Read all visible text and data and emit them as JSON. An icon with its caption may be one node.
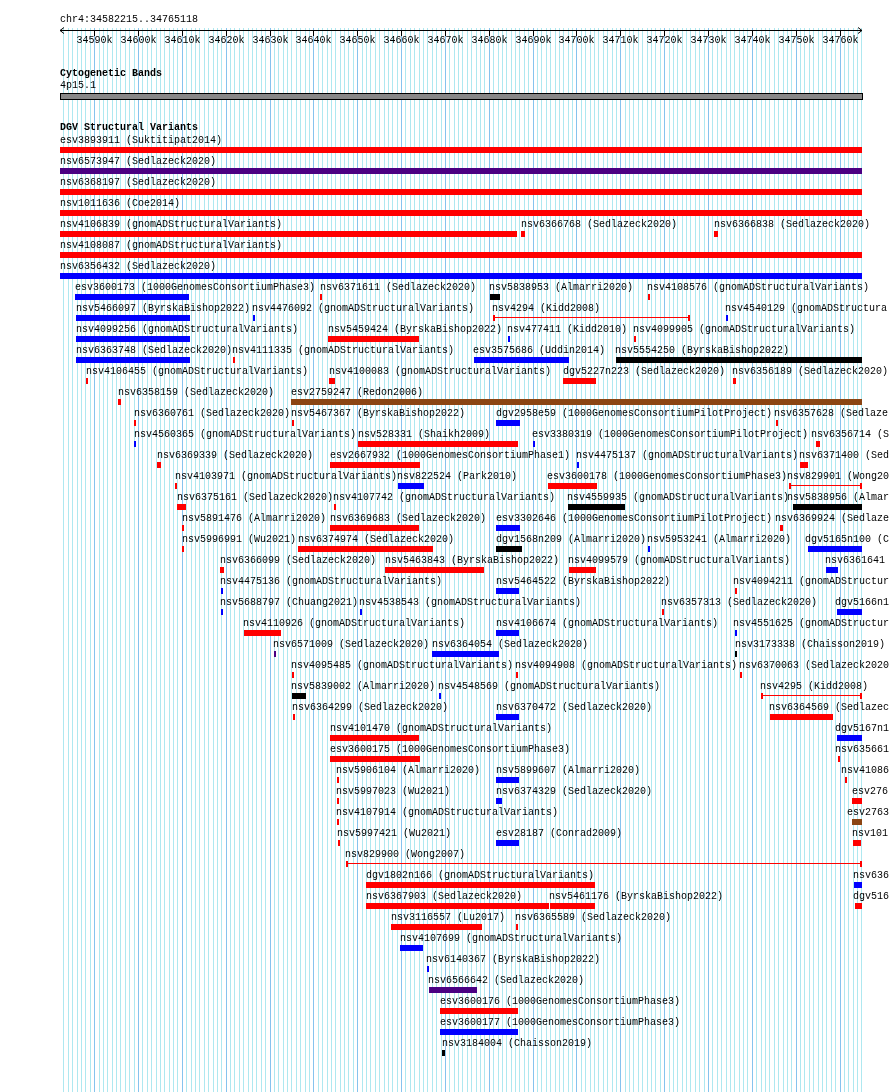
{
  "diagram": {
    "labels": [
      "chr4:34582215..34765118",
      "34590k",
      "34600k",
      "34610k",
      "34620k",
      "34630k",
      "34640k",
      "34650k",
      "34660k",
      "34670k",
      "34680k",
      "34690k",
      "34700k",
      "34710k",
      "34720k",
      "34730k",
      "34740k",
      "34750k",
      "34760k",
      "Cytogenetic Bands",
      "4p15.1",
      "DGV Structural Variants",
      "esv3893911 (Suktitipat2014)",
      "nsv6573947 (Sedlazeck2020)",
      "nsv6368197 (Sedlazeck2020)",
      "nsv1011636 (Coe2014)",
      "nsv4106839 (gnomADStructuralVariants)",
      "nsv6366768 (Sedlazeck2020)",
      "nsv6366838 (Sedlazeck2020)",
      "nsv4108087 (gnomADStructuralVariants)",
      "nsv6356432 (Sedlazeck2020)",
      "esv3600173 (1000GenomesConsortiumPhase3)",
      "nsv6371611 (Sedlazeck2020)",
      "nsv5838953 (Almarri2020)",
      "nsv4108576 (gnomADStructuralVariants)",
      "nsv5466097 (ByrskaBishop2022)",
      "nsv4476092 (gnomADStructuralVariants)",
      "nsv4294 (Kidd2008)",
      "nsv4540129 (gnomADStructura",
      "nsv4099256 (gnomADStructuralVariants)",
      "nsv5459424 (ByrskaBishop2022)",
      "nsv477411 (Kidd2010)",
      "nsv4099905 (gnomADStructuralVariants)",
      "nsv6363748 (Sedlazeck2020)",
      "nsv4111335 (gnomADStructuralVariants)",
      "esv3575686 (Uddin2014)",
      "nsv5554250 (ByrskaBishop2022)",
      "nsv4106455 (gnomADStructuralVariants)",
      "nsv4100083 (gnomADStructuralVariants)",
      "dgv5227n223 (Sedlazeck2020)",
      "nsv6356189 (Sedlazeck2020)",
      "nsv6358159 (Sedlazeck2020)",
      "esv2759247 (Redon2006)",
      "nsv6360761 (Sedlazeck2020)",
      "nsv5467367 (ByrskaBishop2022)",
      "dgv2958e59 (1000GenomesConsortiumPilotProject)",
      "nsv6357628 (Sedlaze",
      "nsv4560365 (gnomADStructuralVariants)",
      "nsv528331 (Shaikh2009)",
      "esv3380319 (1000GenomesConsortiumPilotProject)",
      "nsv6356714 (S",
      "nsv6369339 (Sedlazeck2020)",
      "esv2667932 (1000GenomesConsortiumPhase1)",
      "nsv4475137 (gnomADStructuralVariants)",
      "nsv6371400 (Sed",
      "nsv4103971 (gnomADStructuralVariants)",
      "nsv822524 (Park2010)",
      "esv3600178 (1000GenomesConsortiumPhase3)",
      "nsv829901 (Wong20",
      "nsv6375161 (Sedlazeck2020)",
      "nsv4107742 (gnomADStructuralVariants)",
      "nsv4559935 (gnomADStructuralVariants)",
      "nsv5838956 (Almar",
      "nsv5891476 (Almarri2020)",
      "nsv6369683 (Sedlazeck2020)",
      "esv3302646 (1000GenomesConsortiumPilotProject)",
      "nsv6369924 (Sedlaze",
      "nsv5996991 (Wu2021)",
      "nsv6374974 (Sedlazeck2020)",
      "dgv1568n209 (Almarri2020)",
      "nsv5953241 (Almarri2020)",
      "dgv5165n100 (C",
      "nsv6366099 (Sedlazeck2020)",
      "nsv5463843 (ByrskaBishop2022)",
      "nsv4099579 (gnomADStructuralVariants)",
      "nsv6361641",
      "nsv4475136 (gnomADStructuralVariants)",
      "nsv5464522 (ByrskaBishop2022)",
      "nsv4094211 (gnomADStructur",
      "nsv5688797 (Chuang2021)",
      "nsv4538543 (gnomADStructuralVariants)",
      "nsv6357313 (Sedlazeck2020)",
      "dgv5166n1",
      "nsv4110926 (gnomADStructuralVariants)",
      "nsv4106674 (gnomADStructuralVariants)",
      "nsv4551625 (gnomADStructur",
      "nsv6571009 (Sedlazeck2020)",
      "nsv6364054 (Sedlazeck2020)",
      "nsv3173338 (Chaisson2019)",
      "nsv4095485 (gnomADStructuralVariants)",
      "nsv4094908 (gnomADStructuralVariants)",
      "nsv6370063 (Sedlazeck2020",
      "nsv5839002 (Almarri2020)",
      "nsv4548569 (gnomADStructuralVariants)",
      "nsv4295 (Kidd2008)",
      "nsv6364299 (Sedlazeck2020)",
      "nsv6370472 (Sedlazeck2020)",
      "nsv6364569 (Sedlazec",
      "nsv4101470 (gnomADStructuralVariants)",
      "dgv5167n1",
      "esv3600175 (1000GenomesConsortiumPhase3)",
      "nsv635661",
      "nsv5906104 (Almarri2020)",
      "nsv5899607 (Almarri2020)",
      "nsv41086",
      "nsv5997023 (Wu2021)",
      "nsv6374329 (Sedlazeck2020)",
      "esv276",
      "nsv4107914 (gnomADStructuralVariants)",
      "esv2763",
      "nsv5997421 (Wu2021)",
      "esv28187 (Conrad2009)",
      "nsv101",
      "nsv829900 (Wong2007)",
      "dgv1802n166 (gnomADStructuralVariants)",
      "nsv636",
      "nsv6367903 (Sedlazeck2020)",
      "nsv5461176 (ByrskaBishop2022)",
      "dgv516",
      "nsv3116557 (Lu2017)",
      "nsv6365589 (Sedlazeck2020)",
      "nsv4107699 (gnomADStructuralVariants)",
      "nsv6140367 (ByrskaBishop2022)",
      "nsv6566642 (Sedlazeck2020)",
      "esv3600176 (1000GenomesConsortiumPhase3)",
      "esv3600177 (1000GenomesConsortiumPhase3)",
      "nsv3184004 (Chaisson2019)"
    ]
  }
}
